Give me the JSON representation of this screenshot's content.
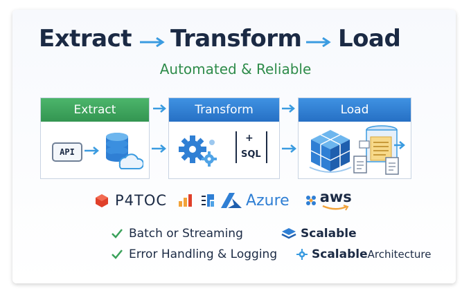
{
  "title": {
    "step1": "Extract",
    "step2": "Transform",
    "step3": "Load"
  },
  "subtitle": "Automated & Reliable",
  "stages": [
    {
      "label": "Extract",
      "color": "#3aa15a",
      "items": [
        "API"
      ]
    },
    {
      "label": "Transform",
      "color": "#2f7fd4",
      "items": [
        "+",
        "SQL"
      ]
    },
    {
      "label": "Load",
      "color": "#2f7fd4",
      "items": []
    }
  ],
  "technologies": {
    "first": "P4TOC",
    "azure": "Azure",
    "aws": "aws"
  },
  "features": {
    "batch": "Batch or Streaming",
    "scalable": "Scalable",
    "error": "Error Handling & Logging",
    "architecture_bold": "Scalable",
    "architecture_rest": " Architecture"
  },
  "colors": {
    "title": "#1b2a44",
    "subtitle": "#2e8b4a",
    "arrow": "#3a9be0",
    "check": "#3aa15a"
  }
}
